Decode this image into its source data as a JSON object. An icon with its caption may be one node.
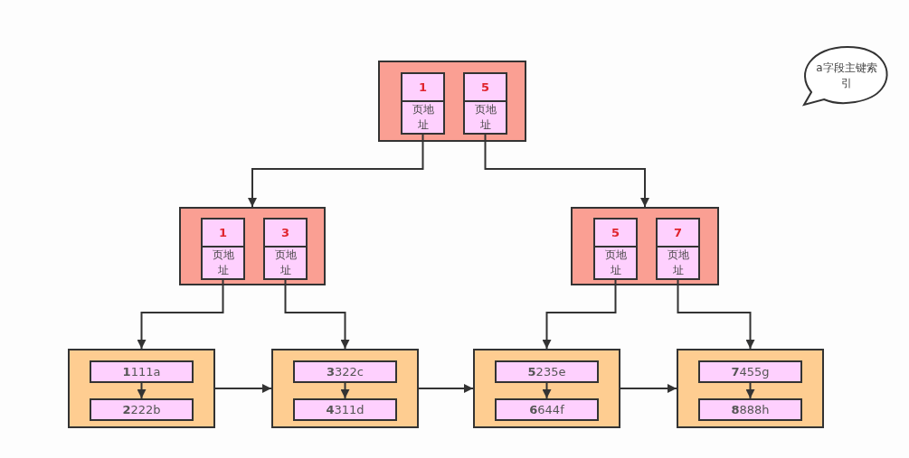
{
  "diagram": {
    "nodes": [
      {
        "text": [],
        "shape": "box"
      },
      {
        "text": [
          "1",
          "页地址"
        ],
        "in": 0
      },
      {
        "text": [
          "5",
          "页地址"
        ],
        "in": 0
      },
      {
        "text": [],
        "shape": "box"
      },
      {
        "text": [
          "1",
          "页地址"
        ],
        "in": 3
      },
      {
        "text": [
          "3",
          "页地址"
        ],
        "in": 3
      },
      {
        "text": [],
        "shape": "box"
      },
      {
        "text": [
          "5",
          "页地址"
        ],
        "in": 6
      },
      {
        "text": [
          "7",
          "页地址"
        ],
        "in": 6
      },
      {
        "text": [],
        "shape": "box"
      },
      {
        "text": [
          "**1**111a"
        ],
        "in": 9
      },
      {
        "text": [
          "**2**222b"
        ],
        "in": 9
      },
      {
        "text": [],
        "shape": "box"
      },
      {
        "text": [
          "**3**322c"
        ],
        "in": 12
      },
      {
        "text": [
          "**4**311d"
        ],
        "in": 12
      },
      {
        "text": [],
        "shape": "box"
      },
      {
        "text": [
          "**5**235e"
        ],
        "in": 15
      },
      {
        "text": [
          "**6**644f"
        ],
        "in": 15
      },
      {
        "text": [],
        "shape": "box"
      },
      {
        "text": [
          "**7**455g"
        ],
        "in": 18
      },
      {
        "text": [
          "**8**888h"
        ],
        "in": 18
      },
      {
        "text": [
          "a字段主键索引"
        ]
      }
    ],
    "edges": [
      {
        "from": 1,
        "to": 3,
        "arrow": "to"
      },
      {
        "from": 2,
        "to": 6,
        "arrow": "to"
      },
      {
        "from": 4,
        "to": 9,
        "arrow": "to"
      },
      {
        "from": 5,
        "to": 12,
        "arrow": "to"
      },
      {
        "from": 7,
        "to": 15,
        "arrow": "to"
      },
      {
        "from": 8,
        "to": 18,
        "arrow": "to"
      },
      {
        "from": 10,
        "to": 11,
        "arrow": "to"
      },
      {
        "from": 13,
        "to": 14,
        "arrow": "to"
      },
      {
        "from": 16,
        "to": 17,
        "arrow": "to"
      },
      {
        "from": 19,
        "to": 20,
        "arrow": "to"
      },
      {
        "from": 9,
        "to": 12,
        "arrow": "to"
      },
      {
        "from": 12,
        "to": 15,
        "arrow": "to"
      },
      {
        "from": 15,
        "to": 18,
        "arrow": "to"
      }
    ]
  }
}
